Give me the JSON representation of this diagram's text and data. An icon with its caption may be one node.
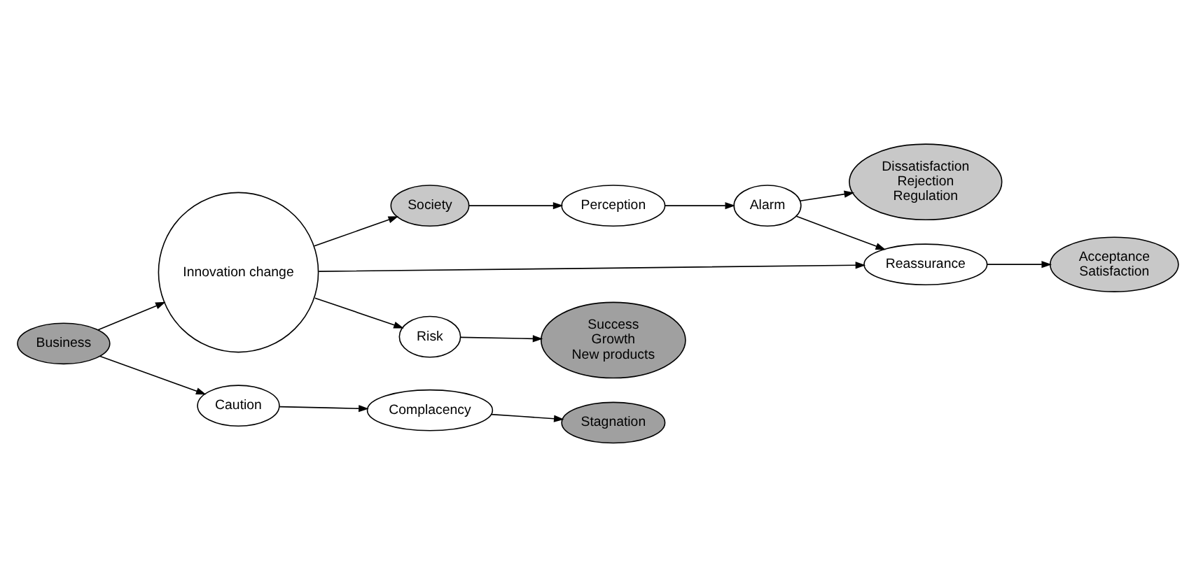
{
  "diagram": {
    "nodes": [
      {
        "text": [
          "Society"
        ]
      },
      {
        "text": [
          "Perception"
        ]
      },
      {
        "text": [
          "Alarm"
        ]
      },
      {
        "text": [
          "Reassurance"
        ]
      },
      {
        "text": [
          "Dissatisfaction",
          "Rejection",
          "Regulation"
        ]
      },
      {
        "text": [
          "Acceptance",
          "Satisfaction"
        ]
      },
      {
        "text": [
          "Innovation change"
        ]
      },
      {
        "text": [
          "Risk"
        ]
      },
      {
        "text": [
          "Success",
          "Growth",
          "New products"
        ]
      },
      {
        "text": [
          "Business"
        ]
      },
      {
        "text": [
          "Caution"
        ]
      },
      {
        "text": [
          "Complacency"
        ]
      },
      {
        "text": [
          "Stagnation"
        ]
      }
    ],
    "edges": [
      {
        "from": 0,
        "to": 1,
        "arrow": "to"
      },
      {
        "from": 1,
        "to": 2,
        "arrow": "to"
      },
      {
        "from": 2,
        "to": 3,
        "arrow": "to"
      },
      {
        "from": 2,
        "to": 4,
        "arrow": "to"
      },
      {
        "from": 3,
        "to": 5,
        "arrow": "to"
      },
      {
        "from": 6,
        "to": 0,
        "arrow": "to"
      },
      {
        "from": 6,
        "to": 3,
        "arrow": "to"
      },
      {
        "from": 6,
        "to": 7,
        "arrow": "to"
      },
      {
        "from": 7,
        "to": 8,
        "arrow": "to"
      },
      {
        "from": 9,
        "to": 6,
        "arrow": "to"
      },
      {
        "from": 9,
        "to": 10,
        "arrow": "to"
      },
      {
        "from": 10,
        "to": 11,
        "arrow": "to"
      },
      {
        "from": 11,
        "to": 12,
        "arrow": "to"
      }
    ]
  }
}
